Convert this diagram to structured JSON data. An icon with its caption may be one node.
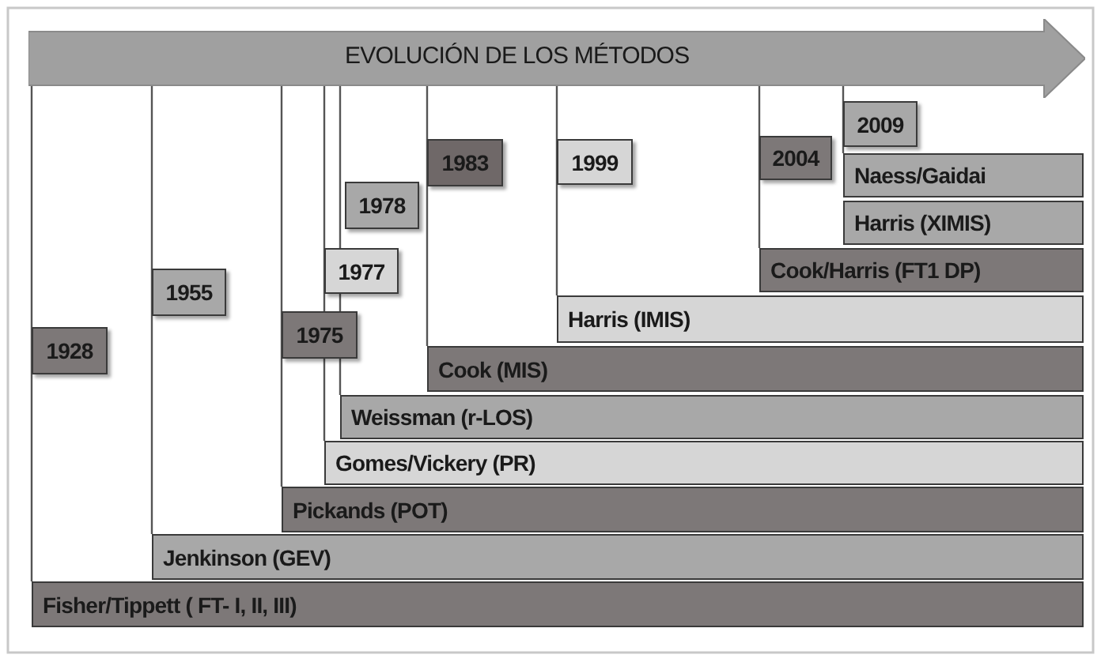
{
  "diagram": {
    "nodes": [
      {
        "text": [
          "EVOLUCIÓN DE LOS MÉTODOS"
        ]
      },
      {
        "text": [
          "1928"
        ]
      },
      {
        "text": [
          "1955"
        ]
      },
      {
        "text": [
          "1975"
        ]
      },
      {
        "text": [
          "1977"
        ]
      },
      {
        "text": [
          "1978"
        ]
      },
      {
        "text": [
          "1983"
        ]
      },
      {
        "text": [
          "1999"
        ]
      },
      {
        "text": [
          "2004"
        ]
      },
      {
        "text": [
          "2009"
        ]
      },
      {
        "text": [
          "Naess/Gaidai"
        ]
      },
      {
        "text": [
          "Harris (XIMIS)"
        ]
      },
      {
        "text": [
          "Cook/Harris (FT1 DP)"
        ]
      },
      {
        "text": [
          "Harris (IMIS)"
        ]
      },
      {
        "text": [
          "Cook (MIS)"
        ]
      },
      {
        "text": [
          "Weissman (r-LOS)"
        ]
      },
      {
        "text": [
          "Gomes/Vickery (PR)"
        ]
      },
      {
        "text": [
          "Pickands (POT)"
        ]
      },
      {
        "text": [
          "Jenkinson (GEV)"
        ]
      },
      {
        "text": [
          "Fisher/Tippett ( FT- I, II, III)"
        ]
      }
    ]
  }
}
